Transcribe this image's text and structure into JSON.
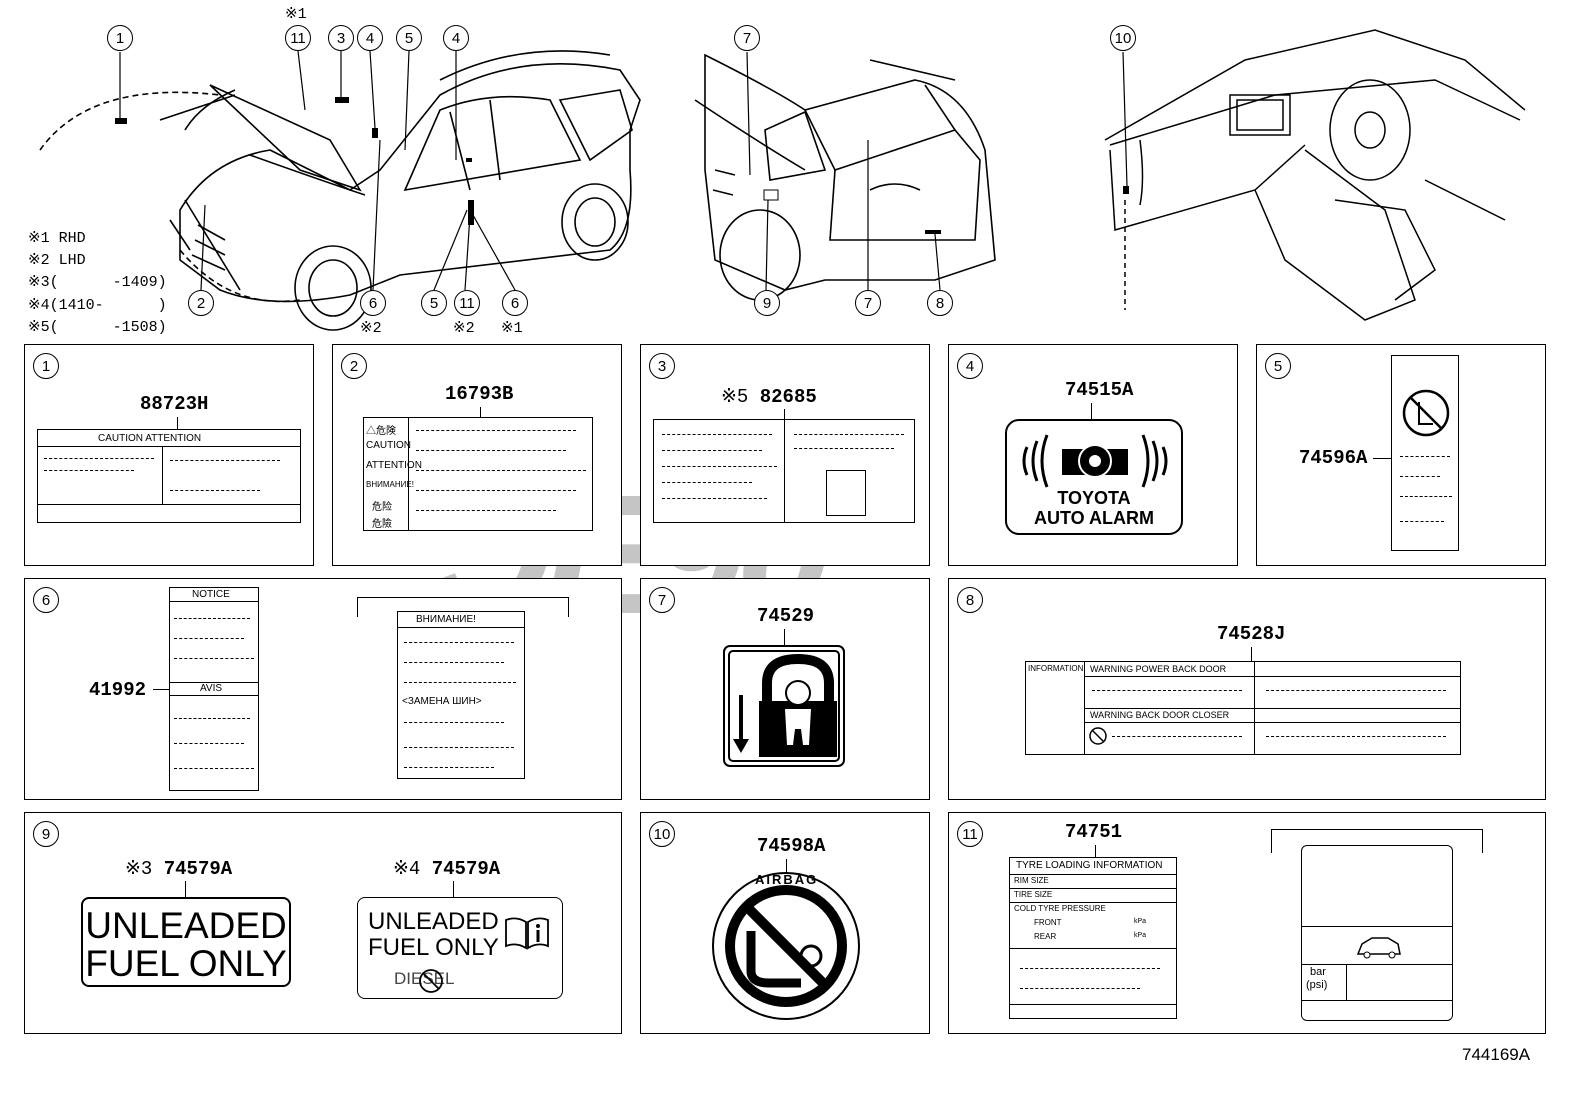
{
  "header_callouts": [
    {
      "n": "1"
    },
    {
      "n": "11"
    },
    {
      "n": "3"
    },
    {
      "n": "4"
    },
    {
      "n": "5"
    },
    {
      "n": "4"
    },
    {
      "n": "2"
    },
    {
      "n": "6"
    },
    {
      "n": "5"
    },
    {
      "n": "11"
    },
    {
      "n": "6"
    },
    {
      "n": "7"
    },
    {
      "n": "7"
    },
    {
      "n": "8"
    },
    {
      "n": "9"
    },
    {
      "n": "10"
    }
  ],
  "header_marks": {
    "top_11": "※1",
    "bottom_6": "※2",
    "bottom_11": "※2",
    "bottom_6b": "※1"
  },
  "legend": [
    {
      "mark": "※1",
      "text": " RHD"
    },
    {
      "mark": "※2",
      "text": " LHD"
    },
    {
      "mark": "※3",
      "text": "(      -1409)"
    },
    {
      "mark": "※4",
      "text": "(1410-      )"
    },
    {
      "mark": "※5",
      "text": "(      -1508)"
    }
  ],
  "panels": [
    {
      "n": "1",
      "part": "88723H",
      "caption": "CAUTION ATTENTION"
    },
    {
      "n": "2",
      "part": "16793B",
      "rows": [
        "△危険",
        "CAUTION",
        "ATTENTION",
        "ВНИМАНИЕ!",
        "危险",
        "危險"
      ]
    },
    {
      "n": "3",
      "prefix": "※5",
      "part": "82685"
    },
    {
      "n": "4",
      "part": "74515A",
      "text1": "TOYOTA",
      "text2": "AUTO ALARM"
    },
    {
      "n": "5",
      "part": "74596A"
    },
    {
      "n": "6",
      "part": "41992",
      "notice": "NOTICE",
      "avis": "AVIS",
      "ru_title": "ВНИМАНИЕ!",
      "ru_sub": "<ЗАМЕНА ШИН>"
    },
    {
      "n": "7",
      "part": "74529"
    },
    {
      "n": "8",
      "part": "74528J",
      "info": "INFORMATION",
      "warn1": "WARNING POWER BACK DOOR",
      "warn2": "WARNING BACK DOOR CLOSER"
    },
    {
      "n": "9",
      "prefix1": "※3",
      "part1": "74579A",
      "prefix2": "※4",
      "part2": "74579A",
      "l1": "UNLEADED",
      "l2": "FUEL ONLY",
      "s1": "UNLEADED",
      "s2": "FUEL ONLY",
      "diesel": "DIESEL"
    },
    {
      "n": "10",
      "part": "74598A",
      "airbag": "AIRBAG"
    },
    {
      "n": "11",
      "part": "74751",
      "title": "TYRE LOADING INFORMATION",
      "rim": "RIM SIZE",
      "tire": "TIRE SIZE",
      "cold": "COLD TYRE PRESSURE",
      "front": "FRONT",
      "rear": "REAR",
      "kpa1": "kPa",
      "kpa2": "kPa",
      "bar": "bar",
      "psi": "(psi)"
    }
  ],
  "figure_id": "744169A",
  "watermark": "ЭЕ90"
}
